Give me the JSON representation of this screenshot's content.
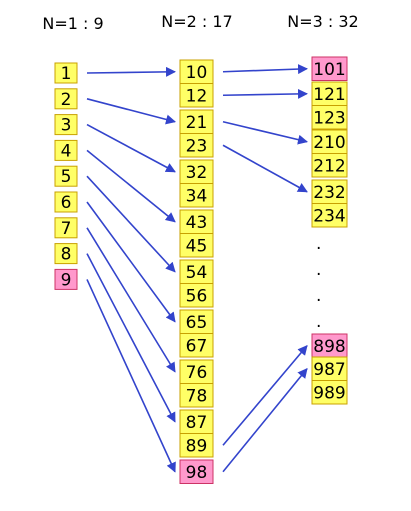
{
  "colors": {
    "box_fill": "#ffff66",
    "box_stroke": "#c8a000",
    "highlight_fill": "#ff99cc",
    "highlight_stroke": "#cc3366",
    "arrow": "#3344cc"
  },
  "headers": {
    "level1": "N=1 : 9",
    "level2": "N=2 : 17",
    "level3": "N=3 : 32"
  },
  "column1": [
    "1",
    "2",
    "3",
    "4",
    "5",
    "6",
    "7",
    "8",
    "9"
  ],
  "column1_highlight": [
    "9"
  ],
  "column2_groups": [
    [
      "10",
      "12"
    ],
    [
      "21",
      "23"
    ],
    [
      "32",
      "34"
    ],
    [
      "43",
      "45"
    ],
    [
      "54",
      "56"
    ],
    [
      "65",
      "67"
    ],
    [
      "76",
      "78"
    ],
    [
      "87",
      "89"
    ],
    [
      "98"
    ]
  ],
  "column2_highlight": [
    "98"
  ],
  "column3_top_groups": [
    [
      "101"
    ],
    [
      "121",
      "123"
    ],
    [
      "210",
      "212"
    ],
    [
      "232",
      "234"
    ]
  ],
  "column3_ellipsis": [
    ".",
    ".",
    ".",
    "."
  ],
  "column3_bottom_groups": [
    [
      "898"
    ],
    [
      "987",
      "989"
    ]
  ],
  "column3_highlight": [
    "101",
    "898"
  ],
  "edges_col1_to_col2": [
    [
      "1",
      "10"
    ],
    [
      "2",
      "21"
    ],
    [
      "3",
      "32"
    ],
    [
      "4",
      "43"
    ],
    [
      "5",
      "54"
    ],
    [
      "6",
      "65"
    ],
    [
      "7",
      "76"
    ],
    [
      "8",
      "87"
    ],
    [
      "9",
      "98"
    ]
  ],
  "edges_col2_to_col3": [
    [
      "10",
      "101"
    ],
    [
      "12",
      "121"
    ],
    [
      "21",
      "210"
    ],
    [
      "23",
      "232"
    ],
    [
      "89",
      "898"
    ],
    [
      "98",
      "987"
    ]
  ]
}
